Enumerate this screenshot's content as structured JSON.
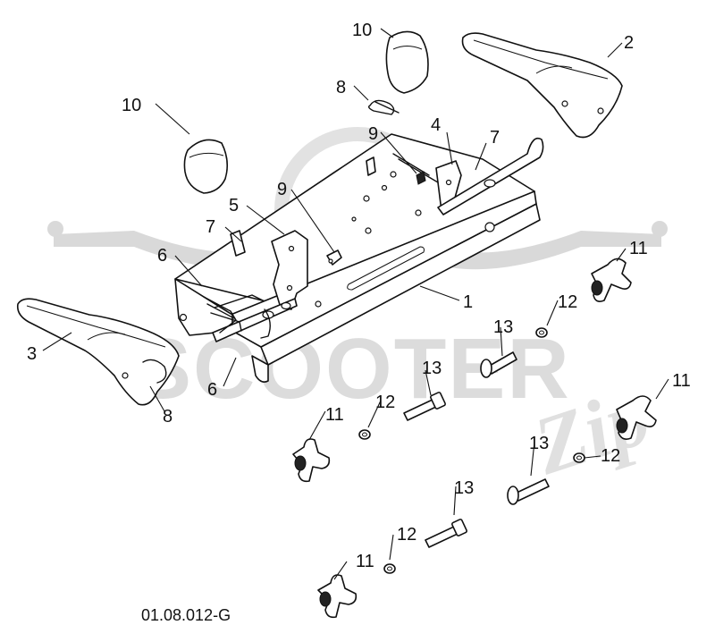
{
  "figure_code": "01.08.012-G",
  "watermark": {
    "brand_word": "SCOOTER",
    "brand_script": "Zip"
  },
  "callouts": [
    "10",
    "2",
    "8",
    "10",
    "9",
    "4",
    "7",
    "9",
    "5",
    "7",
    "6",
    "1",
    "11",
    "3",
    "12",
    "13",
    "13",
    "8",
    "6",
    "12",
    "11",
    "11",
    "13",
    "12",
    "13",
    "12",
    "11"
  ]
}
